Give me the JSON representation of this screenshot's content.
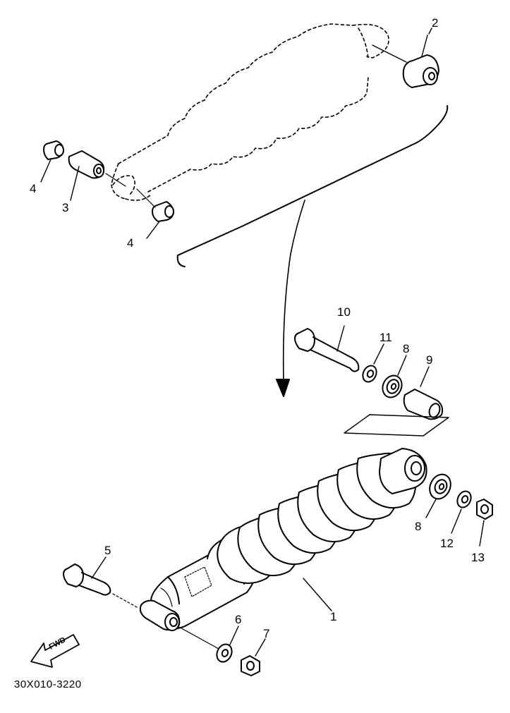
{
  "callouts": [
    {
      "id": "c2",
      "text": "2"
    },
    {
      "id": "c3",
      "text": "3"
    },
    {
      "id": "c4a",
      "text": "4"
    },
    {
      "id": "c4b",
      "text": "4"
    },
    {
      "id": "c10",
      "text": "10"
    },
    {
      "id": "c11",
      "text": "11"
    },
    {
      "id": "c8a",
      "text": "8"
    },
    {
      "id": "c9",
      "text": "9"
    },
    {
      "id": "c8b",
      "text": "8"
    },
    {
      "id": "c12",
      "text": "12"
    },
    {
      "id": "c13",
      "text": "13"
    },
    {
      "id": "c5",
      "text": "5"
    },
    {
      "id": "c1",
      "text": "1"
    },
    {
      "id": "c6",
      "text": "6"
    },
    {
      "id": "c7",
      "text": "7"
    }
  ],
  "fwd_label": "FWD",
  "diagram_code": "30X010-3220"
}
